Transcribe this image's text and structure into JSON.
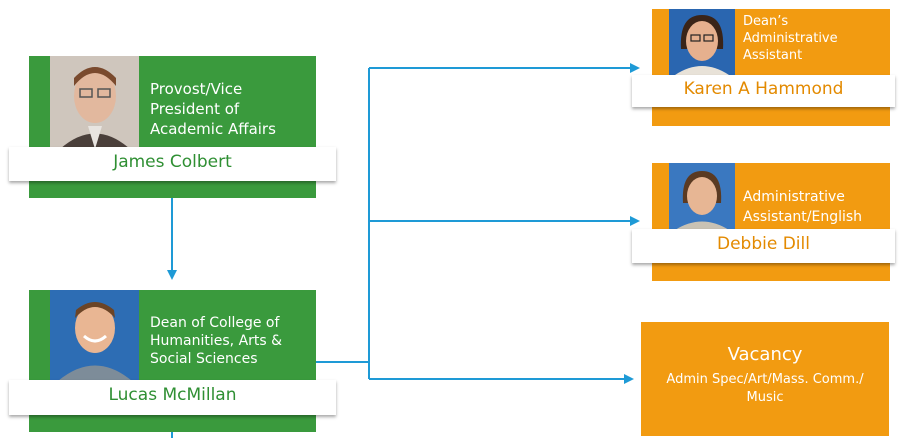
{
  "colors": {
    "green": "#3a9a3d",
    "orange": "#f29b11",
    "connector": "#1e9ad6"
  },
  "people": {
    "colbert": {
      "role": "Provost/Vice President of Academic Affairs",
      "name": "James Colbert"
    },
    "mcmillan": {
      "role": "Dean of College of Humanities, Arts & Social Sciences",
      "name": "Lucas McMillan"
    },
    "hammond": {
      "role": "Dean’s Administrative Assistant",
      "name": "Karen A Hammond"
    },
    "dill": {
      "role": "Administrative Assistant/English",
      "name": "Debbie Dill"
    }
  },
  "vacancy": {
    "title": "Vacancy",
    "role": "Admin Spec/Art/Mass. Comm./ Music"
  }
}
